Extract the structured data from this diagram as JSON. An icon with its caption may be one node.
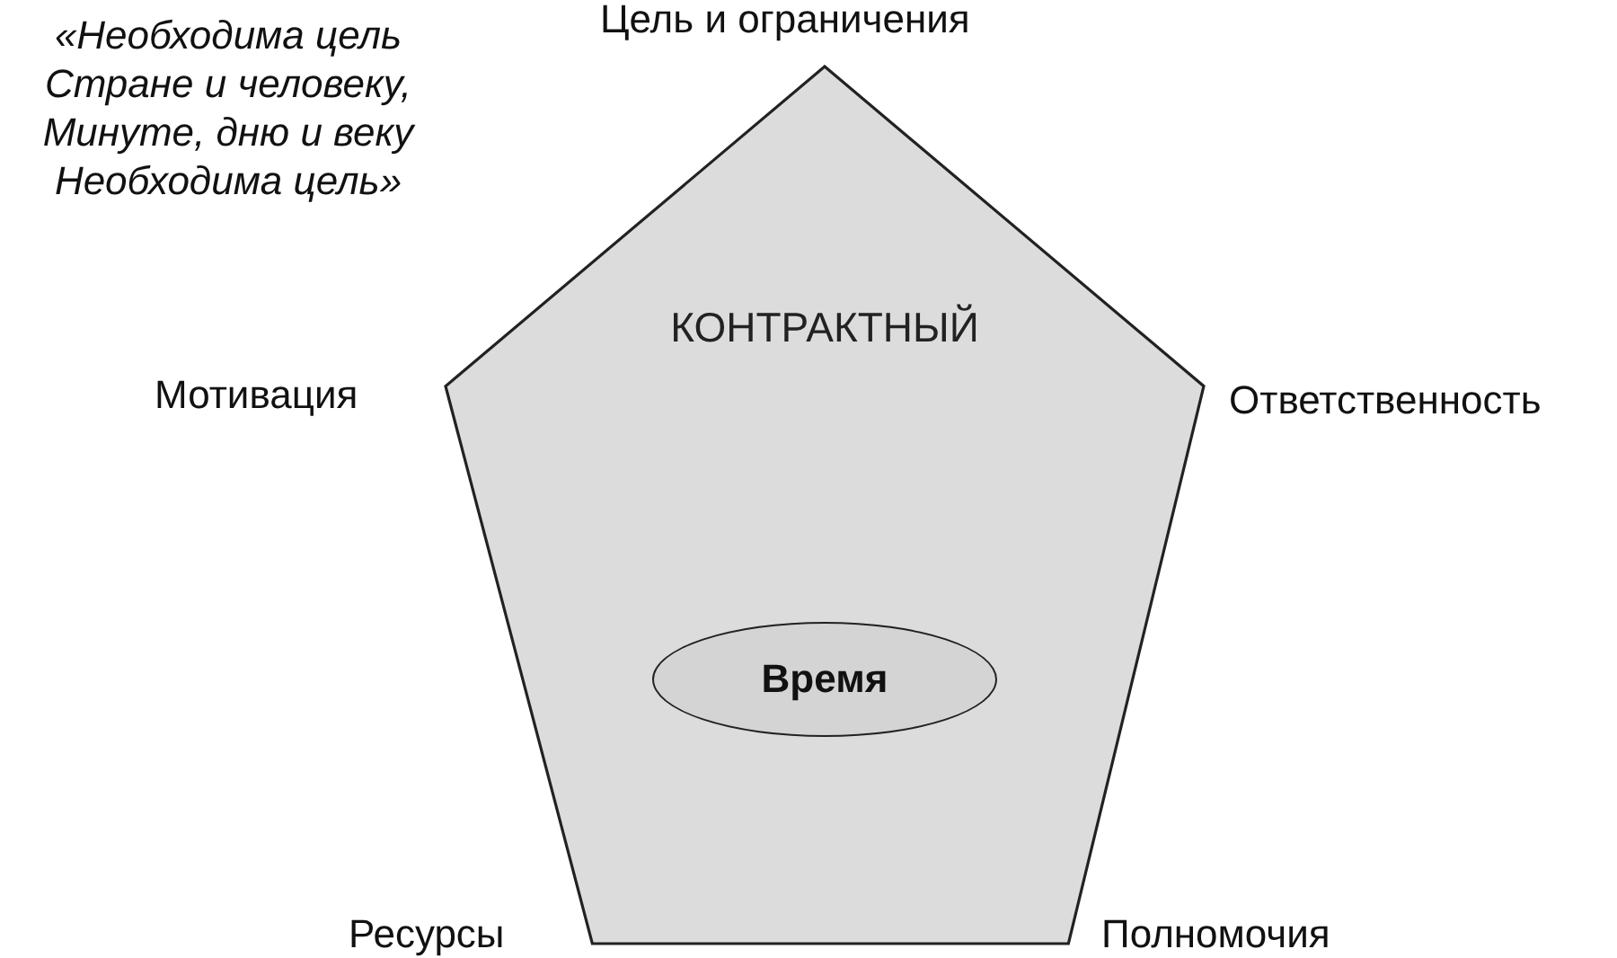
{
  "diagram": {
    "nodes": [
      {
        "text": [
          "КОНТРАКТНЫЙ"
        ]
      },
      {
        "text": [
          "Время"
        ],
        "in": 0
      }
    ],
    "labels": [
      "«Необходима цель Стране и человеку, Минуте, дню и веку Необходима цель»",
      "Цель и ограничения",
      "Мотивация",
      "Ответственность",
      "Ресурсы",
      "Полномочия"
    ]
  }
}
